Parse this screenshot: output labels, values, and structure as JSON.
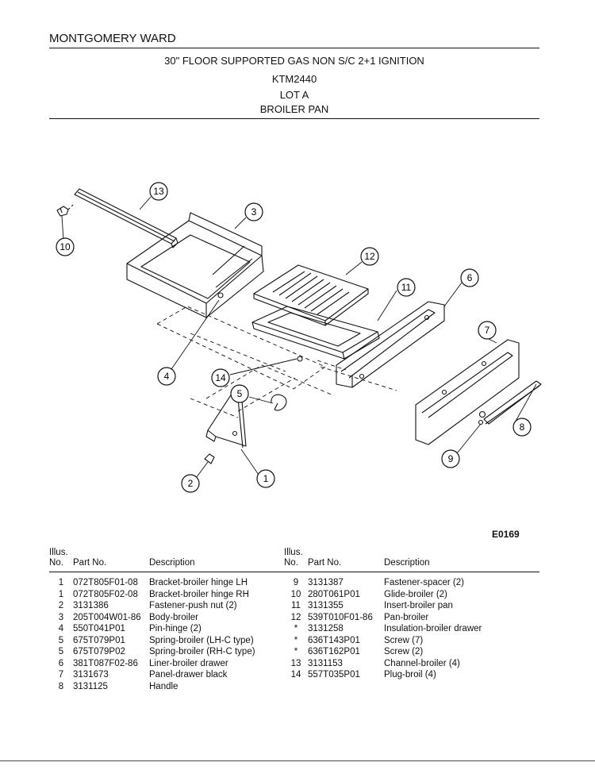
{
  "brand": "MONTGOMERY WARD",
  "header": {
    "line1": "30\" FLOOR SUPPORTED GAS NON S/C 2+1 IGNITION",
    "line2": "KTM2440",
    "line3": "LOT A",
    "line4": "BROILER PAN"
  },
  "diagram": {
    "code": "E0169",
    "callouts": [
      "13",
      "3",
      "10",
      "12",
      "11",
      "6",
      "7",
      "4",
      "14",
      "5",
      "8",
      "9",
      "2",
      "1"
    ]
  },
  "table": {
    "left_headers": {
      "illus": "Illus. No.",
      "part": "Part No.",
      "desc": "Description"
    },
    "right_headers": {
      "illus": "Illus. No.",
      "part": "Part No.",
      "desc": "Description"
    },
    "left_rows": [
      {
        "illus": "1",
        "part": "072T805F01-08",
        "desc": "Bracket-broiler hinge LH"
      },
      {
        "illus": "1",
        "part": "072T805F02-08",
        "desc": "Bracket-broiler hinge RH"
      },
      {
        "illus": "2",
        "part": "3131386",
        "desc": "Fastener-push nut (2)"
      },
      {
        "illus": "3",
        "part": "205T004W01-86",
        "desc": "Body-broiler"
      },
      {
        "illus": "4",
        "part": "550T041P01",
        "desc": "Pin-hinge (2)"
      },
      {
        "illus": "5",
        "part": "675T079P01",
        "desc": "Spring-broiler (LH-C type)"
      },
      {
        "illus": "5",
        "part": "675T079P02",
        "desc": "Spring-broiler (RH-C type)"
      },
      {
        "illus": "6",
        "part": "381T087F02-86",
        "desc": "Liner-broiler drawer"
      },
      {
        "illus": "7",
        "part": "3131673",
        "desc": "Panel-drawer black"
      },
      {
        "illus": "8",
        "part": "3131125",
        "desc": "Handle"
      }
    ],
    "right_rows": [
      {
        "illus": "9",
        "part": "3131387",
        "desc": "Fastener-spacer (2)"
      },
      {
        "illus": "10",
        "part": "280T061P01",
        "desc": "Glide-broiler (2)"
      },
      {
        "illus": "11",
        "part": "3131355",
        "desc": "Insert-broiler pan"
      },
      {
        "illus": "12",
        "part": "539T010F01-86",
        "desc": "Pan-broiler"
      },
      {
        "illus": "*",
        "part": "3131258",
        "desc": "Insulation-broiler drawer"
      },
      {
        "illus": "*",
        "part": "636T143P01",
        "desc": "Screw (7)"
      },
      {
        "illus": "*",
        "part": "636T162P01",
        "desc": "Screw (2)"
      },
      {
        "illus": "13",
        "part": "3131153",
        "desc": "Channel-broiler (4)"
      },
      {
        "illus": "14",
        "part": "557T035P01",
        "desc": "Plug-broil (4)"
      },
      {
        "illus": "",
        "part": "",
        "desc": ""
      }
    ]
  }
}
